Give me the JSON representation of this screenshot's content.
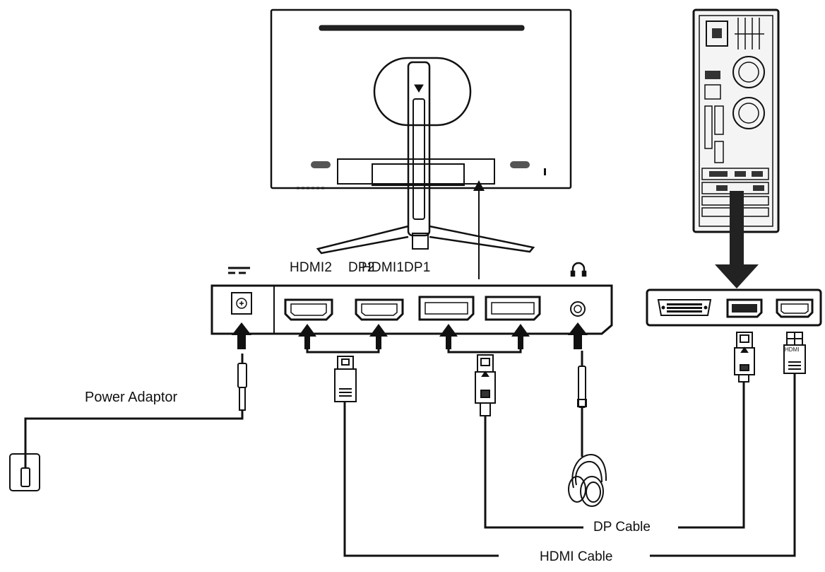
{
  "ports": {
    "power_symbol": "⎓",
    "hdmi2": "HDMI2",
    "dp2": "DP2",
    "hdmi1": "HDMI1",
    "dp1": "DP1",
    "headphone_symbol": "🎧"
  },
  "labels": {
    "power_adaptor": "Power Adaptor",
    "dp_cable": "DP Cable",
    "hdmi_cable": "HDMI Cable",
    "hdmi_plug_mark": "HDMI"
  },
  "icons": {
    "monitor": "monitor-back-icon",
    "pc": "pc-tower-icon",
    "outlet": "wall-outlet-icon",
    "headphones": "headphones-icon"
  },
  "colors": {
    "line": "#111111",
    "panel": "#ffffff",
    "dark": "#222222"
  }
}
